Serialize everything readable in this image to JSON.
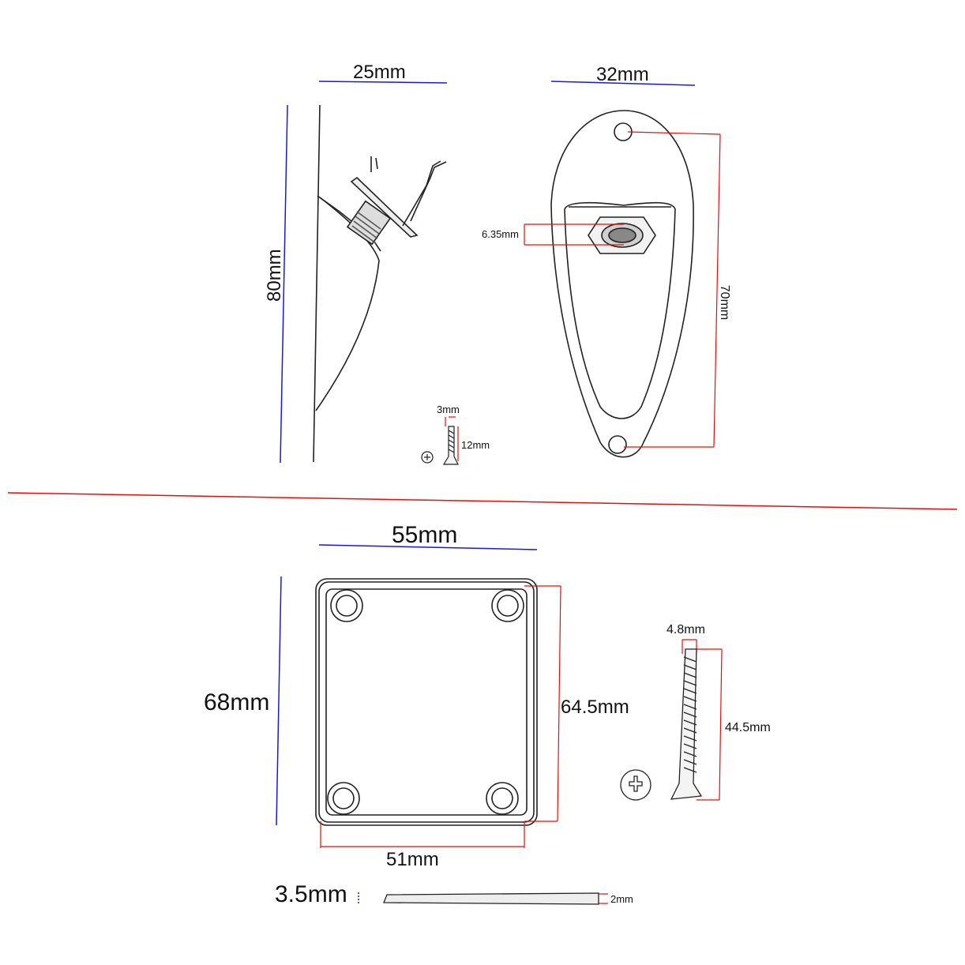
{
  "top": {
    "side_width": "25mm",
    "front_width": "32mm",
    "height_total": "80mm",
    "height_holes": "70mm",
    "jack_diameter": "6.35mm",
    "screw_diameter": "3mm",
    "screw_length": "12mm"
  },
  "bottom": {
    "outer_width": "55mm",
    "outer_height": "68mm",
    "inner_height": "64.5mm",
    "inner_width": "51mm",
    "thickness": "3.5mm",
    "edge": "2mm",
    "screw_diameter": "4.8mm",
    "screw_length": "44.5mm"
  },
  "colors": {
    "dimension_blue": "#1a1ad6",
    "dimension_red": "#e01010",
    "separator": "#e01010",
    "outline": "#222222"
  }
}
